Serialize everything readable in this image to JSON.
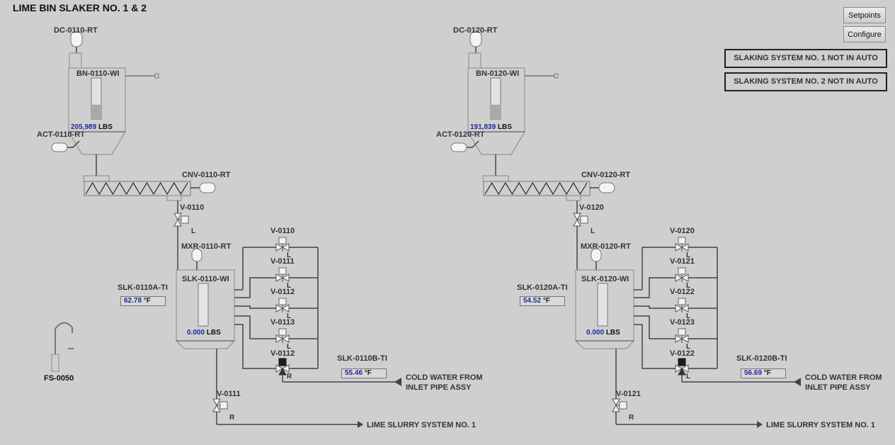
{
  "title": "LIME BIN SLAKER NO. 1 & 2",
  "buttons": {
    "setpoints": "Setpoints",
    "configure": "Configure"
  },
  "alarms": [
    "SLAKING SYSTEM NO. 1 NOT IN AUTO",
    "SLAKING SYSTEM NO. 2 NOT IN AUTO"
  ],
  "fs": {
    "label": "FS-0050"
  },
  "systems": [
    {
      "dc": "DC-0110-RT",
      "bin": "BN-0110-WI",
      "bin_value": "205,989",
      "bin_unit": "LBS",
      "bin_level": 0.35,
      "act": "ACT-0110-RT",
      "cnv": "CNV-0110-RT",
      "v_top": "V-0110",
      "v_top_mode": "L",
      "mxr": "MXR-0110-RT",
      "slk": "SLK-0110-WI",
      "slk_value": "0.000",
      "slk_unit": "LBS",
      "slk_level": 0.0,
      "ti_a": "SLK-0110A-TI",
      "ti_a_value": "62.78",
      "ti_b": "SLK-0110B-TI",
      "ti_b_value": "55.46",
      "temp_unit": "°F",
      "valves": [
        {
          "name": "V-0110",
          "mode": "L"
        },
        {
          "name": "V-0111",
          "mode": "L"
        },
        {
          "name": "V-0112",
          "mode": "L"
        },
        {
          "name": "V-0113",
          "mode": "L"
        }
      ],
      "ctrl_valve": {
        "name": "V-0112",
        "mode": "R"
      },
      "v_bottom": {
        "name": "V-0111",
        "mode": "R"
      },
      "cold_water": "COLD WATER FROM",
      "cold_water_2": "INLET PIPE ASSY",
      "slurry": "LIME SLURRY SYSTEM NO. 1"
    },
    {
      "dc": "DC-0120-RT",
      "bin": "BN-0120-WI",
      "bin_value": "191,839",
      "bin_unit": "LBS",
      "bin_level": 0.35,
      "act": "ACT-0120-RT",
      "cnv": "CNV-0120-RT",
      "v_top": "V-0120",
      "v_top_mode": "L",
      "mxr": "MXR-0120-RT",
      "slk": "SLK-0120-WI",
      "slk_value": "0.000",
      "slk_unit": "LBS",
      "slk_level": 0.0,
      "ti_a": "SLK-0120A-TI",
      "ti_a_value": "54.52",
      "ti_b": "SLK-0120B-TI",
      "ti_b_value": "56.69",
      "temp_unit": "°F",
      "valves": [
        {
          "name": "V-0120",
          "mode": "L"
        },
        {
          "name": "V-0121",
          "mode": "L"
        },
        {
          "name": "V-0122",
          "mode": "L"
        },
        {
          "name": "V-0123",
          "mode": "L"
        }
      ],
      "ctrl_valve": {
        "name": "V-0122",
        "mode": "L"
      },
      "v_bottom": {
        "name": "V-0121",
        "mode": "R"
      },
      "cold_water": "COLD WATER FROM",
      "cold_water_2": "INLET PIPE ASSY",
      "slurry": "LIME SLURRY SYSTEM NO. 1"
    }
  ]
}
